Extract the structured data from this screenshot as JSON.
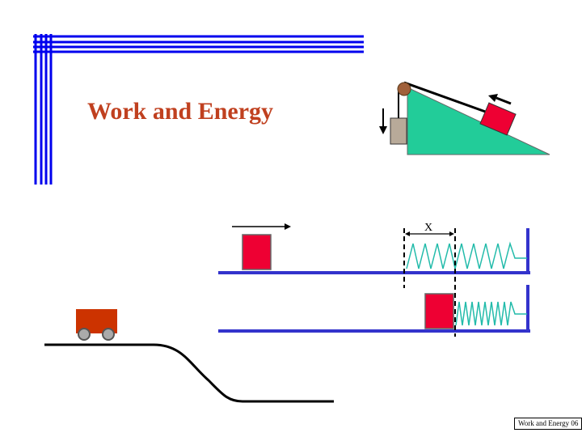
{
  "slide": {
    "title": "Work and Energy",
    "displacement_label": "X",
    "footer": "Work and Energy 06"
  },
  "colors": {
    "title": "#c0401f",
    "frame_lines": "#0000ee",
    "incline": "#22cc99",
    "block": "#ee0033",
    "spring": "#22bbaa",
    "track": "#3333cc",
    "cart": "#cc3300"
  },
  "icons": [
    "pulley-icon",
    "hanging-weight-icon",
    "sliding-block-icon",
    "spring-icon",
    "cart-icon"
  ]
}
